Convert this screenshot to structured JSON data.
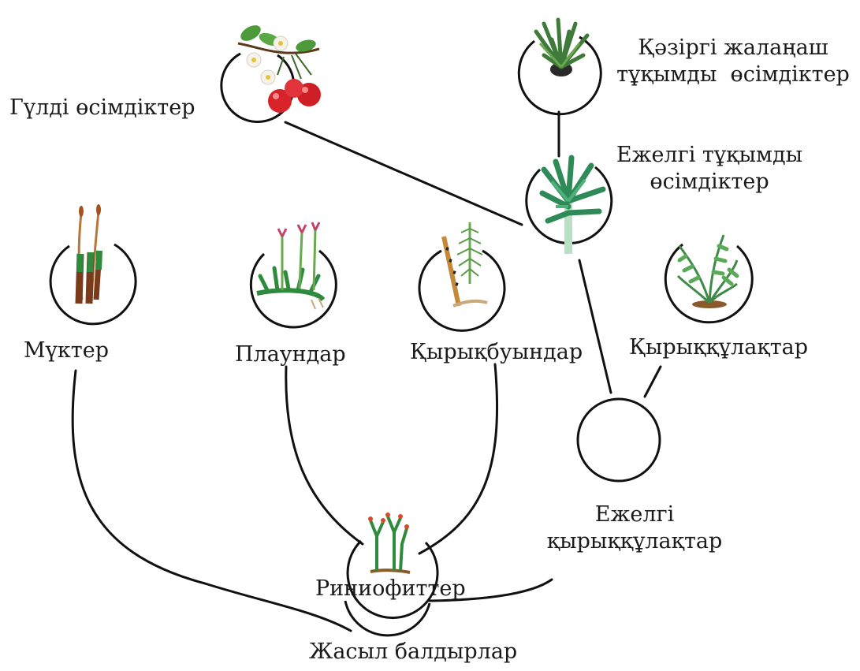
{
  "labels": {
    "flowering": "Гүлді өсімдіктер",
    "modern_gymnosperms_1": "Қәзіргі жалаңаш",
    "modern_gymnosperms_2": "тұқымды  өсімдіктер",
    "ancient_seed_1": "Ежелгі тұқымды",
    "ancient_seed_2": "өсімдіктер",
    "mosses": "Мүктер",
    "lycopods": "Плаундар",
    "horsetails": "Қырықбуындар",
    "ferns": "Қырыққұлақтар",
    "ancient_ferns_1": "Ежелгі",
    "ancient_ferns_2": "қырыққұлақтар",
    "rhyniophytes": "Риниофиттер",
    "green_algae": "Жасыл балдырлар"
  },
  "colors": {
    "line": "#111111",
    "leaf_green": "#2e8b57",
    "moss_brown": "#7a3b1c",
    "cherry_red": "#d8232a",
    "soil": "#8a5a2b"
  }
}
